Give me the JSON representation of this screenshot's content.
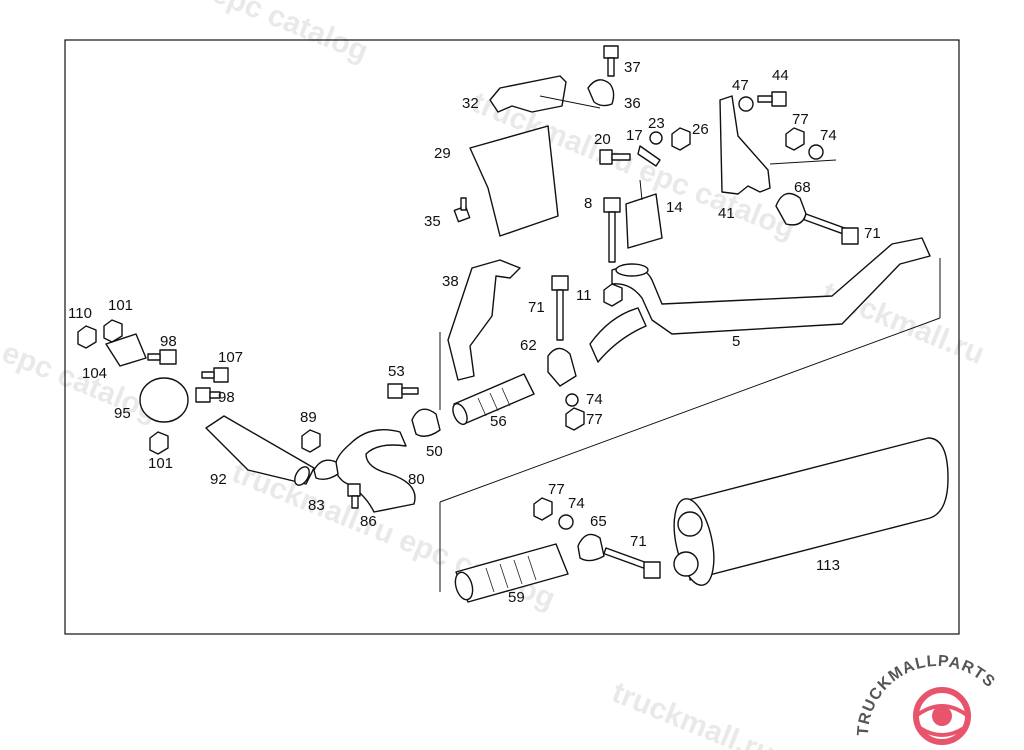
{
  "watermark": {
    "text_a": "truckmall.ru epc catalog",
    "text_b": "epc catalog",
    "text_c": "truckmall.ru"
  },
  "logo": {
    "text": "TRUCKMALLPARTS",
    "brand_color": "#e8546b"
  },
  "parts": {
    "p5": "5",
    "p8": "8",
    "p11": "11",
    "p14": "14",
    "p17": "17",
    "p20": "20",
    "p23": "23",
    "p26": "26",
    "p29": "29",
    "p32": "32",
    "p35": "35",
    "p36": "36",
    "p37": "37",
    "p38": "38",
    "p41": "41",
    "p44": "44",
    "p47": "47",
    "p50": "50",
    "p53": "53",
    "p56": "56",
    "p59": "59",
    "p62": "62",
    "p65": "65",
    "p68": "68",
    "p71a": "71",
    "p71b": "71",
    "p71c": "71",
    "p74a": "74",
    "p74b": "74",
    "p74c": "74",
    "p77a": "77",
    "p77b": "77",
    "p77c": "77",
    "p80": "80",
    "p83": "83",
    "p86": "86",
    "p89": "89",
    "p92": "92",
    "p95": "95",
    "p98a": "98",
    "p98b": "98",
    "p101a": "101",
    "p101b": "101",
    "p104": "104",
    "p107": "107",
    "p110": "110",
    "p113": "113"
  }
}
